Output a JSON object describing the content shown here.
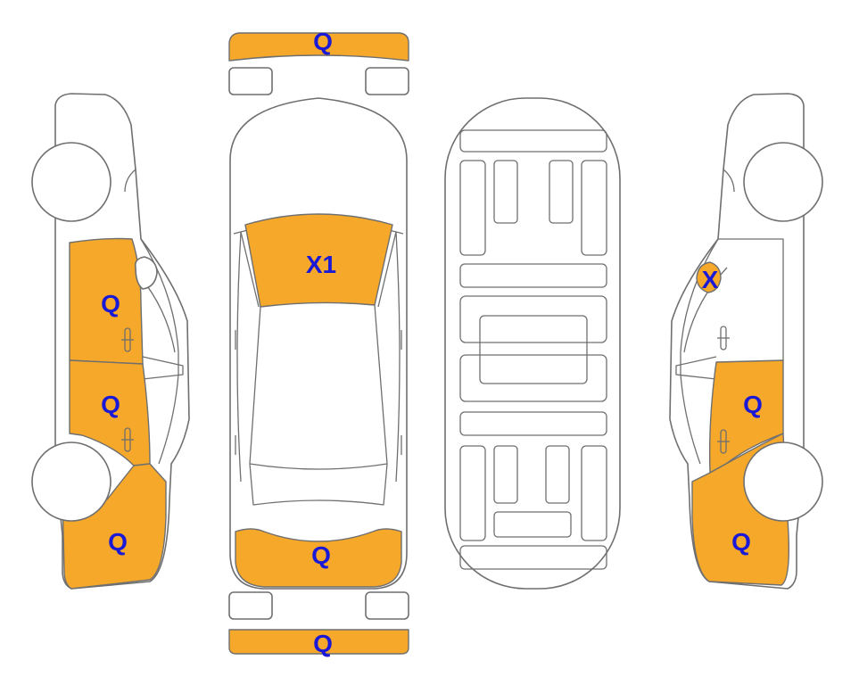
{
  "colors": {
    "damage_fill": "#f5a82a",
    "label_color": "#1a1ad6",
    "outline": "#6f6f6f"
  },
  "marks": {
    "front_bumper": "Q",
    "windshield": "X1",
    "left_front_door": "Q",
    "left_rear_door": "Q",
    "left_rear_quarter": "Q",
    "trunk_lid": "Q",
    "rear_bumper": "Q",
    "right_mirror": "X",
    "right_rear_door": "Q",
    "right_rear_quarter": "Q"
  }
}
